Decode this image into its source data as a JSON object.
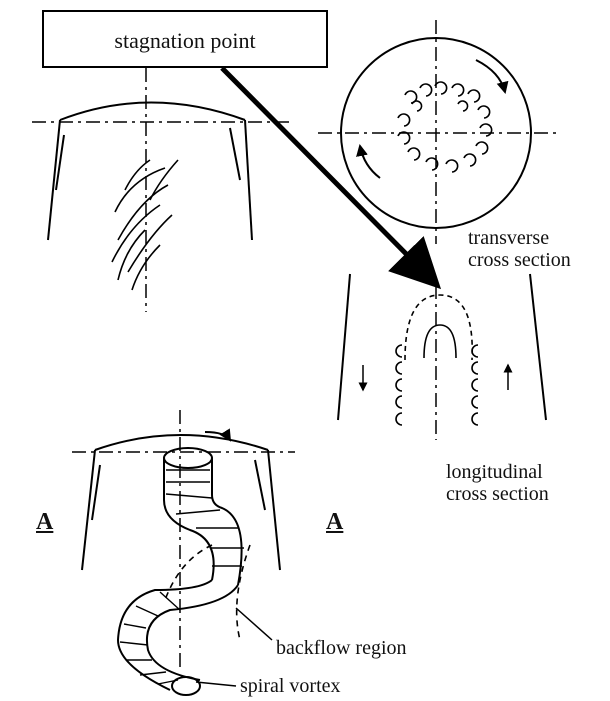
{
  "callout": {
    "text": "stagnation point"
  },
  "labels": {
    "transverse_1": "transverse",
    "transverse_2": "cross section",
    "longitudinal_1": "longitudinal",
    "longitudinal_2": "cross section",
    "section_left": "A",
    "section_right": "A",
    "backflow": "backflow region",
    "spiral": "spiral vortex"
  }
}
